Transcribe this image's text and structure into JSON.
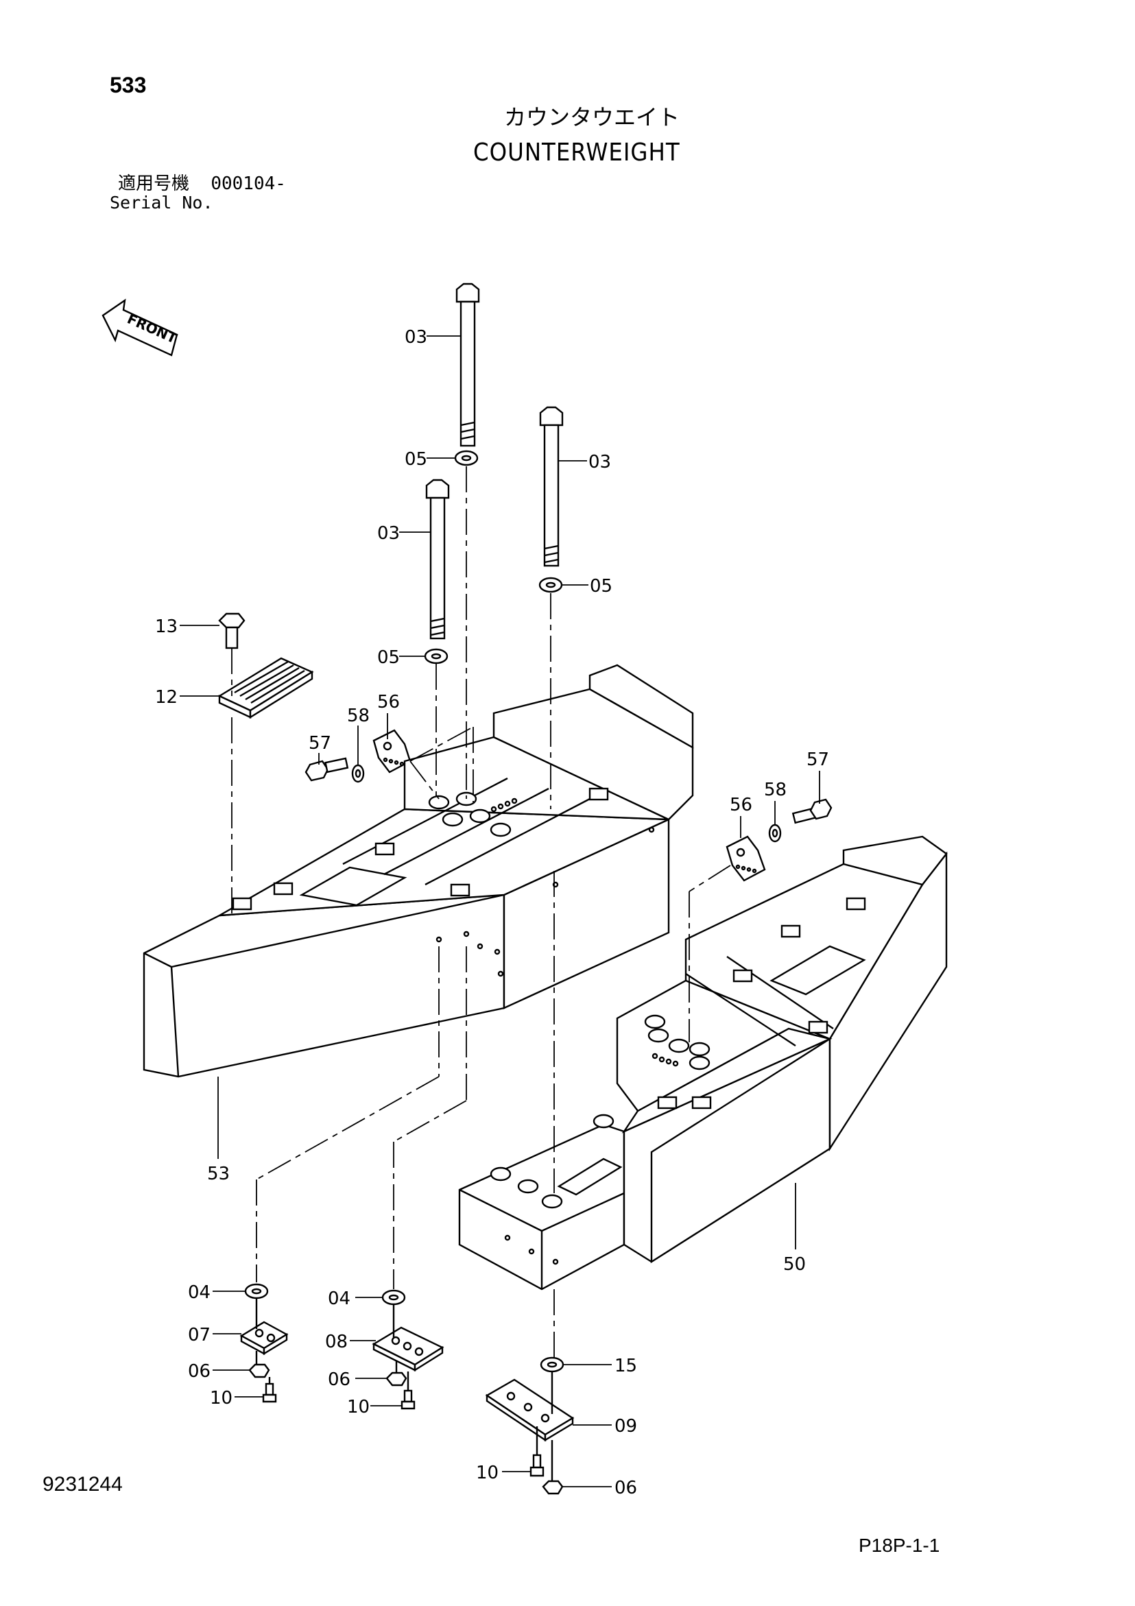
{
  "header": {
    "page_number": "533",
    "title_jp": "カウンタウエイト",
    "title_en": "COUNTERWEIGHT",
    "serial_label_jp": "適用号機",
    "serial_range": "000104-",
    "serial_label_en": "Serial No."
  },
  "orientation": {
    "arrow_label": "FRONT"
  },
  "callouts": {
    "bolt_left": "03",
    "bolt_center": "03",
    "bolt_right": "03",
    "washer_center": "05",
    "washer_left": "05",
    "washer_right": "05",
    "bolt_grid": "13",
    "grid_plate": "12",
    "bolt_left_plate": "57",
    "washer_left_plate": "58",
    "plate_left": "56",
    "plate_right": "56",
    "washer_right_plate": "58",
    "bolt_right_plate": "57",
    "weight_left": "53",
    "weight_right": "50",
    "washer_bottom_a": "04",
    "plate_bottom_a": "07",
    "nut_bottom_a": "06",
    "bolt_bottom_a": "10",
    "washer_bottom_b": "04",
    "plate_bottom_b": "08",
    "nut_bottom_b": "06",
    "bolt_bottom_b": "10",
    "washer_bottom_c": "15",
    "plate_bottom_c": "09",
    "bolt_bottom_c": "10",
    "nut_bottom_c": "06"
  },
  "footer": {
    "document_number": "9231244",
    "sheet_reference": "P18P-1-1"
  }
}
